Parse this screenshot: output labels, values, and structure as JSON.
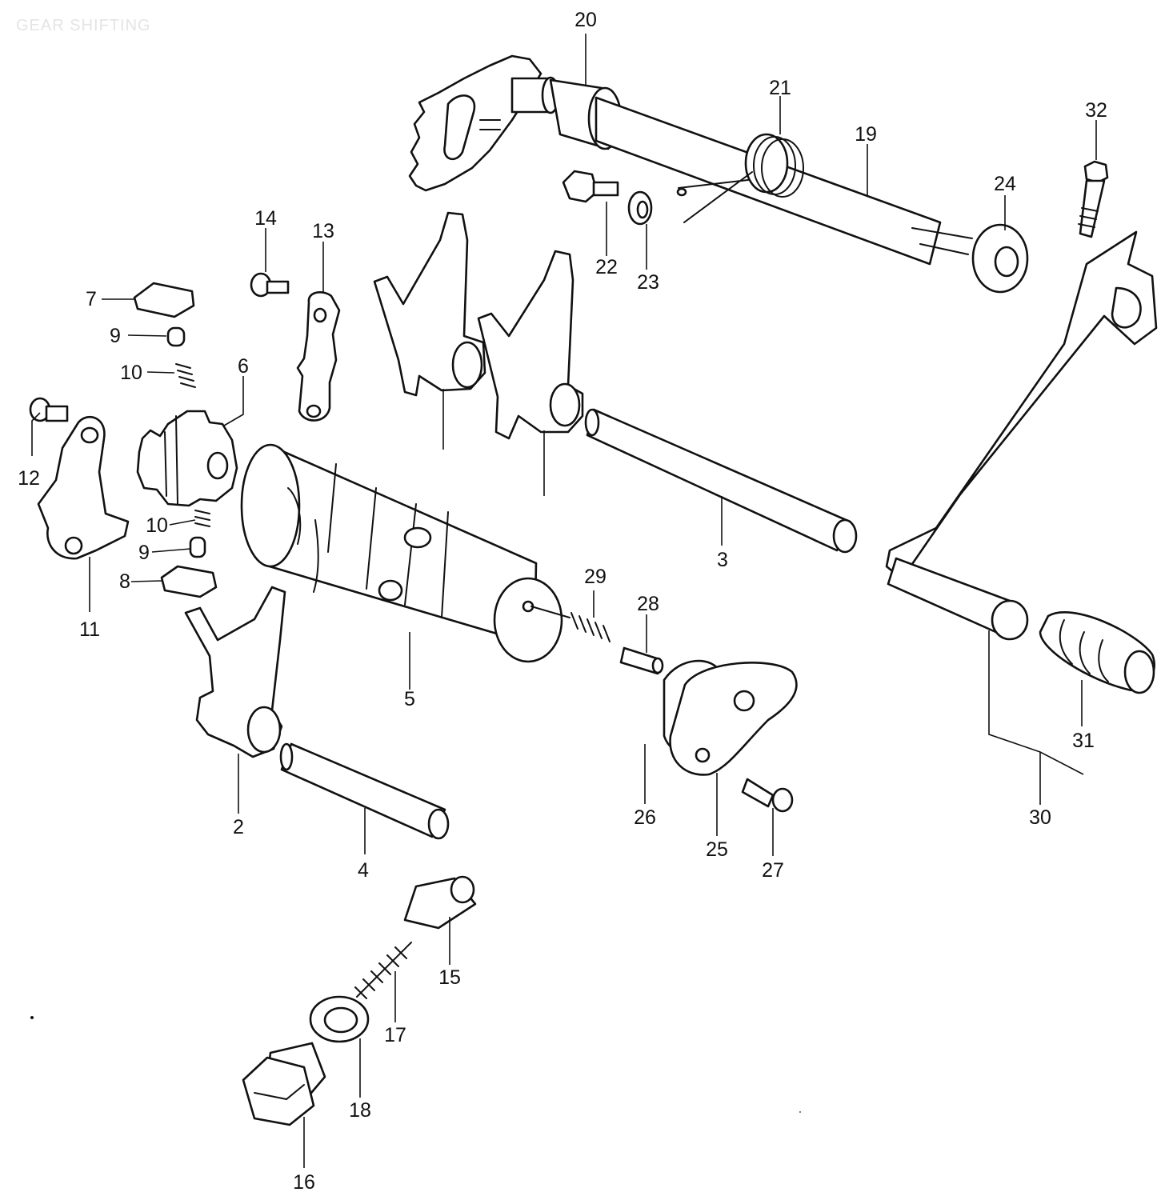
{
  "diagram": {
    "title": "GEAR SHIFTING",
    "part_numbers": [
      "20",
      "21",
      "19",
      "32",
      "24",
      "14",
      "13",
      "22",
      "23",
      "7",
      "9",
      "10",
      "6",
      "12",
      "10",
      "9",
      "8",
      "11",
      "3",
      "29",
      "28",
      "5",
      "31",
      "2",
      "26",
      "25",
      "30",
      "4",
      "27",
      "15",
      "17",
      "18",
      "16"
    ]
  }
}
